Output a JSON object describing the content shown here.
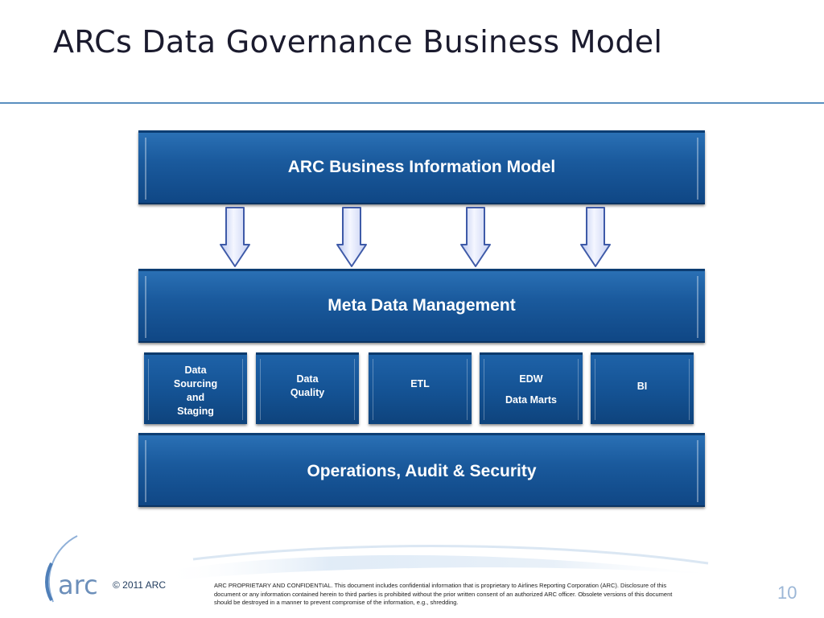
{
  "slide": {
    "title": "ARCs Data Governance Business Model",
    "page_number": "10"
  },
  "diagram": {
    "top_bar": "ARC Business Information Model",
    "middle_bar": "Meta Data Management",
    "bottom_bar": "Operations, Audit & Security",
    "boxes": [
      {
        "lines": [
          "Data",
          "Sourcing",
          "and",
          "Staging"
        ]
      },
      {
        "lines": [
          "Data",
          "Quality"
        ]
      },
      {
        "lines": [
          "ETL"
        ]
      },
      {
        "lines": [
          "EDW",
          "Data Marts"
        ]
      },
      {
        "lines": [
          "BI"
        ]
      }
    ]
  },
  "footer": {
    "logo_text": "arc",
    "copyright": "© 2011 ARC",
    "disclaimer": "ARC PROPRIETARY AND CONFIDENTIAL. This document includes confidential information that is proprietary to Airlines Reporting Corporation (ARC). Disclosure of this document or any information contained herein to third parties is prohibited without the prior written consent of an authorized ARC officer. Obsolete versions of this document should be destroyed in a manner to prevent compromise of the information, e.g., shredding."
  },
  "colors": {
    "bar_blue": "#1a5a9d",
    "arrow_fill": "#dfe6fb",
    "arrow_stroke": "#3e5aa8",
    "title_rule": "#5a8fbf"
  }
}
